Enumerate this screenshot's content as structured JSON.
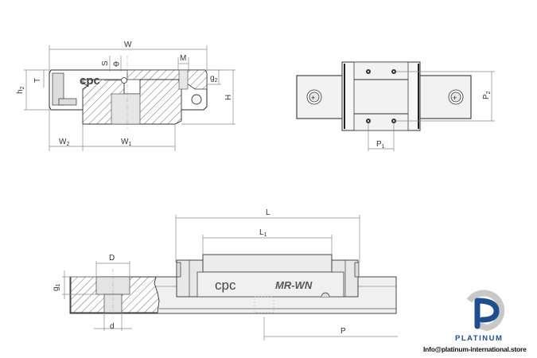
{
  "front_section": {
    "labels": {
      "W": "W",
      "S": "S",
      "phi": "Φ",
      "M": "M",
      "g2": "g",
      "g2_sub": "2",
      "H": "H",
      "h2": "h",
      "h2_sub": "2",
      "T": "T",
      "W2": "W",
      "W2_sub": "2",
      "W1": "W",
      "W1_sub": "1"
    },
    "brand": "cpc"
  },
  "top_view": {
    "labels": {
      "P1": "P",
      "P1_sub": "1",
      "P2": "P",
      "P2_sub": "2"
    }
  },
  "side_view": {
    "labels": {
      "L": "L",
      "L1": "L",
      "L1_sub": "1",
      "D": "D",
      "d": "d",
      "g1": "g",
      "g1_sub": "1",
      "P": "P"
    },
    "brand": "cpc",
    "model": "MR-WN"
  },
  "watermark": {
    "name": "PLATINUM",
    "email": "Info@platinum-international.store",
    "colors": {
      "blue": "#1f4e8c",
      "gray": "#c8c8c8"
    }
  }
}
